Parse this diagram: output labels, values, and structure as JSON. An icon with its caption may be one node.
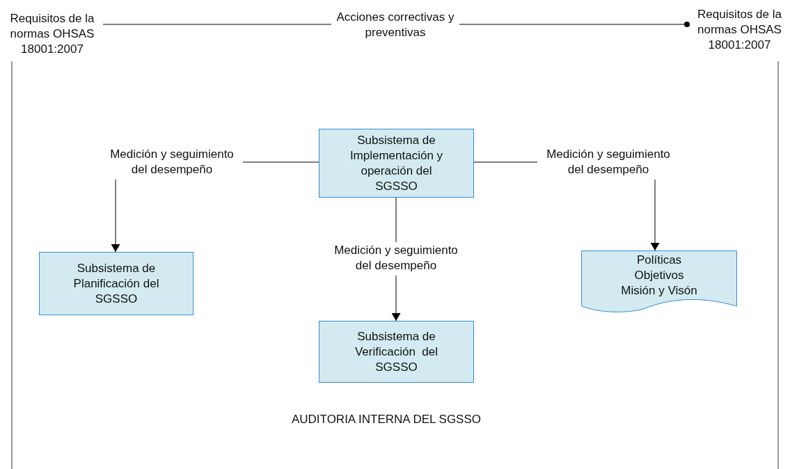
{
  "diagram": {
    "nodes": [
      {
        "text": [
          "Requisitos de la normas OHSAS 18001:2007"
        ]
      },
      {
        "text": [
          "Acciones correctivas y preventivas"
        ]
      },
      {
        "text": [
          "Requisitos de la normas OHSAS 18001:2007"
        ]
      },
      {
        "text": [
          "Subsistema de Implementación y operación del SGSSO"
        ]
      },
      {
        "text": [
          "Medición y seguimiento del desempeño"
        ]
      },
      {
        "text": [
          "Medición y seguimiento del desempeño"
        ]
      },
      {
        "text": [
          "Subsistema de Planificación del SGSSO"
        ]
      },
      {
        "text": [
          "Medición y seguimiento del desempeño"
        ]
      },
      {
        "text": [
          "Políticas",
          "Objetivos",
          "Misión y Visón"
        ]
      },
      {
        "text": [
          "Subsistema de Verificación  del SGSSO"
        ]
      }
    ],
    "edges": [
      {
        "from": 0,
        "to": 1,
        "arrow": "none"
      },
      {
        "from": 1,
        "to": 2,
        "arrow": "other"
      },
      {
        "from": 3,
        "to": 4,
        "arrow": "none"
      },
      {
        "from": 4,
        "to": 6,
        "arrow": "to"
      },
      {
        "from": 3,
        "to": 5,
        "arrow": "none"
      },
      {
        "from": 5,
        "to": 8,
        "arrow": "to"
      },
      {
        "from": 3,
        "to": 7,
        "arrow": "none"
      },
      {
        "from": 7,
        "to": 9,
        "arrow": "to"
      }
    ],
    "labels": [
      "AUDITORIA INTERNA DEL SGSSO"
    ]
  }
}
